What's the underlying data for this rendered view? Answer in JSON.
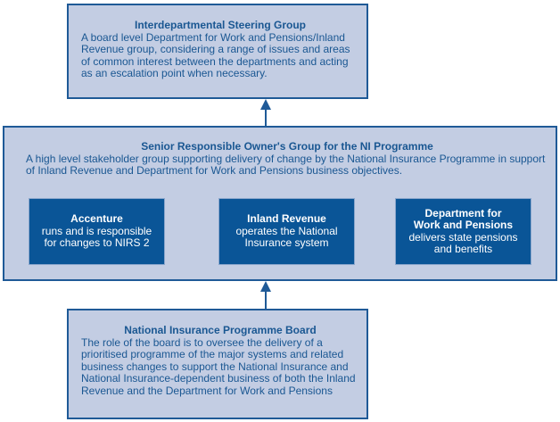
{
  "top": {
    "title": "Interdepartmental Steering Group",
    "body": "A board level Department for Work and Pensions/Inland Revenue group, considering a range of issues and areas of common interest between the departments and acting as an escalation point when necessary."
  },
  "middle": {
    "title": "Senior Responsible Owner's Group for the NI Programme",
    "body": "A high level stakeholder group supporting delivery of change by the National Insurance Programme in support of Inland Revenue and Department for Work and Pensions business objectives.",
    "units": [
      {
        "title": "Accenture",
        "body": "runs and is responsible for changes to NIRS 2"
      },
      {
        "title": "Inland Revenue",
        "body": "operates the National Insurance system"
      },
      {
        "title": "Department for Work and Pensions",
        "body": "delivers state pensions and benefits"
      }
    ]
  },
  "bottom": {
    "title": "National Insurance Programme Board",
    "body": "The role of the board is to oversee the delivery of a prioritised programme of the major systems and related business changes to support the National Insurance and National Insurance-dependent business of both the Inland Revenue and the Department for Work and Pensions"
  }
}
